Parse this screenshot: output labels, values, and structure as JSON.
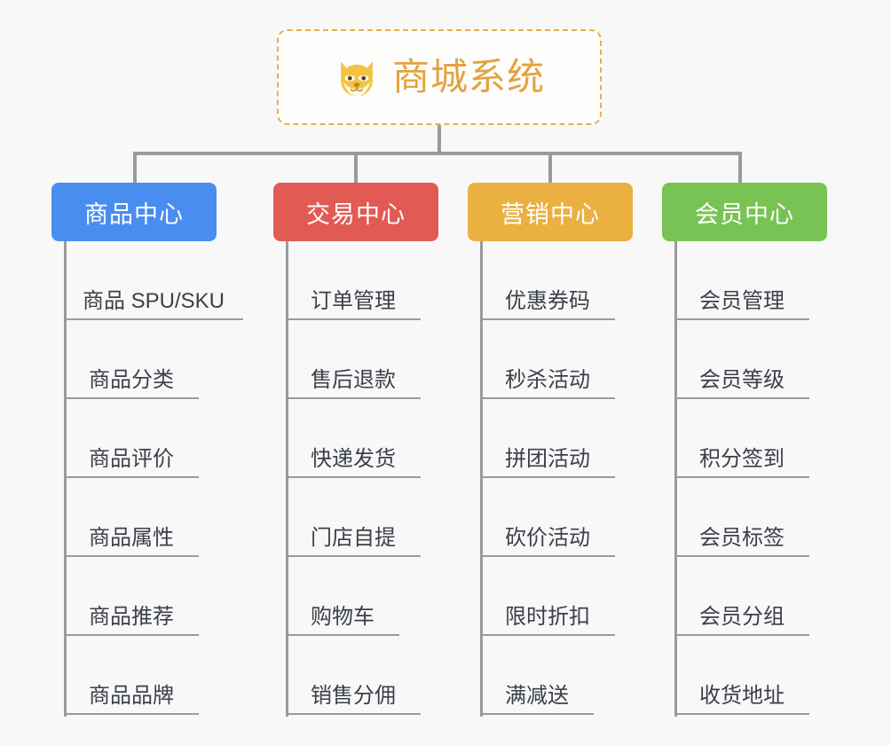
{
  "root": {
    "title": "商城系统",
    "icon": "shiba-dog-face-icon",
    "border_color": "#e9ae4a",
    "title_color": "#e2a33f"
  },
  "connector_color": "#9a9a9a",
  "background_color": "#f8f8f8",
  "leaf_text_color": "#3b4049",
  "columns": [
    {
      "id": "product-center",
      "label": "商品中心",
      "color": "#4a8df0",
      "items": [
        {
          "label": "商品 SPU/SKU"
        },
        {
          "label": "商品分类"
        },
        {
          "label": "商品评价"
        },
        {
          "label": "商品属性"
        },
        {
          "label": "商品推荐"
        },
        {
          "label": "商品品牌"
        }
      ]
    },
    {
      "id": "trade-center",
      "label": "交易中心",
      "color": "#e25a54",
      "items": [
        {
          "label": "订单管理"
        },
        {
          "label": "售后退款"
        },
        {
          "label": "快递发货"
        },
        {
          "label": "门店自提"
        },
        {
          "label": "购物车"
        },
        {
          "label": "销售分佣"
        }
      ]
    },
    {
      "id": "marketing-center",
      "label": "营销中心",
      "color": "#eab040",
      "items": [
        {
          "label": "优惠券码"
        },
        {
          "label": "秒杀活动"
        },
        {
          "label": "拼团活动"
        },
        {
          "label": "砍价活动"
        },
        {
          "label": "限时折扣"
        },
        {
          "label": "满减送"
        }
      ]
    },
    {
      "id": "member-center",
      "label": "会员中心",
      "color": "#79c354",
      "items": [
        {
          "label": "会员管理"
        },
        {
          "label": "会员等级"
        },
        {
          "label": "积分签到"
        },
        {
          "label": "会员标签"
        },
        {
          "label": "会员分组"
        },
        {
          "label": "收货地址"
        }
      ]
    }
  ]
}
